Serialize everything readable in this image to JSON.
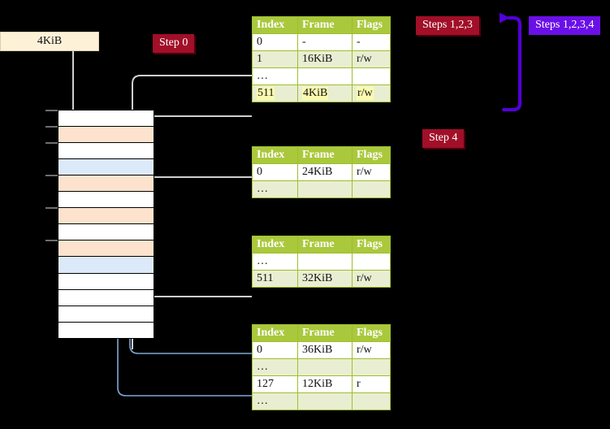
{
  "title": "Multi-level page table walk diagram",
  "labels": {
    "kib_box": "4KiB",
    "step0": "Step 0",
    "steps123": "Steps 1,2,3",
    "steps1234": "Steps 1,2,3,4",
    "step4": "Step 4"
  },
  "colors": {
    "badge_red": "#a10f28",
    "badge_violet": "#6b0fe8",
    "table_header": "#aac83c",
    "table_border": "#9fbe2e",
    "table_tint": "#e9eed2",
    "highlight": "#fbfbaf",
    "mem_peach": "#fde3cd",
    "mem_blue": "#dce9f8",
    "kib_fill": "#fdf2d8",
    "wire_gray": "#cfcfcf",
    "wire_blue": "#7fa8d4",
    "arrow_violet": "#5200d8"
  },
  "memory": {
    "name": "physical-memory-column",
    "rows": [
      {
        "fill": "white"
      },
      {
        "fill": "peach"
      },
      {
        "fill": "white"
      },
      {
        "fill": "blue"
      },
      {
        "fill": "peach"
      },
      {
        "fill": "white"
      },
      {
        "fill": "peach"
      },
      {
        "fill": "white"
      },
      {
        "fill": "peach"
      },
      {
        "fill": "blue"
      },
      {
        "fill": "white"
      },
      {
        "fill": "white"
      },
      {
        "fill": "white"
      },
      {
        "fill": "white"
      }
    ]
  },
  "tables": [
    {
      "name": "page-table-level-0",
      "headers": [
        "Index",
        "Frame",
        "Flags"
      ],
      "rows": [
        {
          "cells": [
            "0",
            "-",
            "-"
          ],
          "style": "white",
          "highlight": []
        },
        {
          "cells": [
            "1",
            "16KiB",
            "r/w"
          ],
          "style": "tint",
          "highlight": []
        },
        {
          "cells": [
            "…",
            "",
            ""
          ],
          "style": "white",
          "highlight": []
        },
        {
          "cells": [
            "511",
            "4KiB",
            "r/w"
          ],
          "style": "tint",
          "highlight": [
            0,
            1,
            2
          ]
        }
      ]
    },
    {
      "name": "page-table-level-1",
      "headers": [
        "Index",
        "Frame",
        "Flags"
      ],
      "rows": [
        {
          "cells": [
            "0",
            "24KiB",
            "r/w"
          ],
          "style": "white",
          "highlight": []
        },
        {
          "cells": [
            "…",
            "",
            ""
          ],
          "style": "tint",
          "highlight": []
        }
      ]
    },
    {
      "name": "page-table-level-2",
      "headers": [
        "Index",
        "Frame",
        "Flags"
      ],
      "rows": [
        {
          "cells": [
            "…",
            "",
            ""
          ],
          "style": "white",
          "highlight": []
        },
        {
          "cells": [
            "511",
            "32KiB",
            "r/w"
          ],
          "style": "tint",
          "highlight": []
        }
      ]
    },
    {
      "name": "page-table-level-3",
      "headers": [
        "Index",
        "Frame",
        "Flags"
      ],
      "rows": [
        {
          "cells": [
            "0",
            "36KiB",
            "r/w"
          ],
          "style": "white",
          "highlight": []
        },
        {
          "cells": [
            "…",
            "",
            ""
          ],
          "style": "tint",
          "highlight": []
        },
        {
          "cells": [
            "127",
            "12KiB",
            "r"
          ],
          "style": "white",
          "highlight": []
        },
        {
          "cells": [
            "…",
            "",
            ""
          ],
          "style": "tint",
          "highlight": []
        }
      ]
    }
  ]
}
